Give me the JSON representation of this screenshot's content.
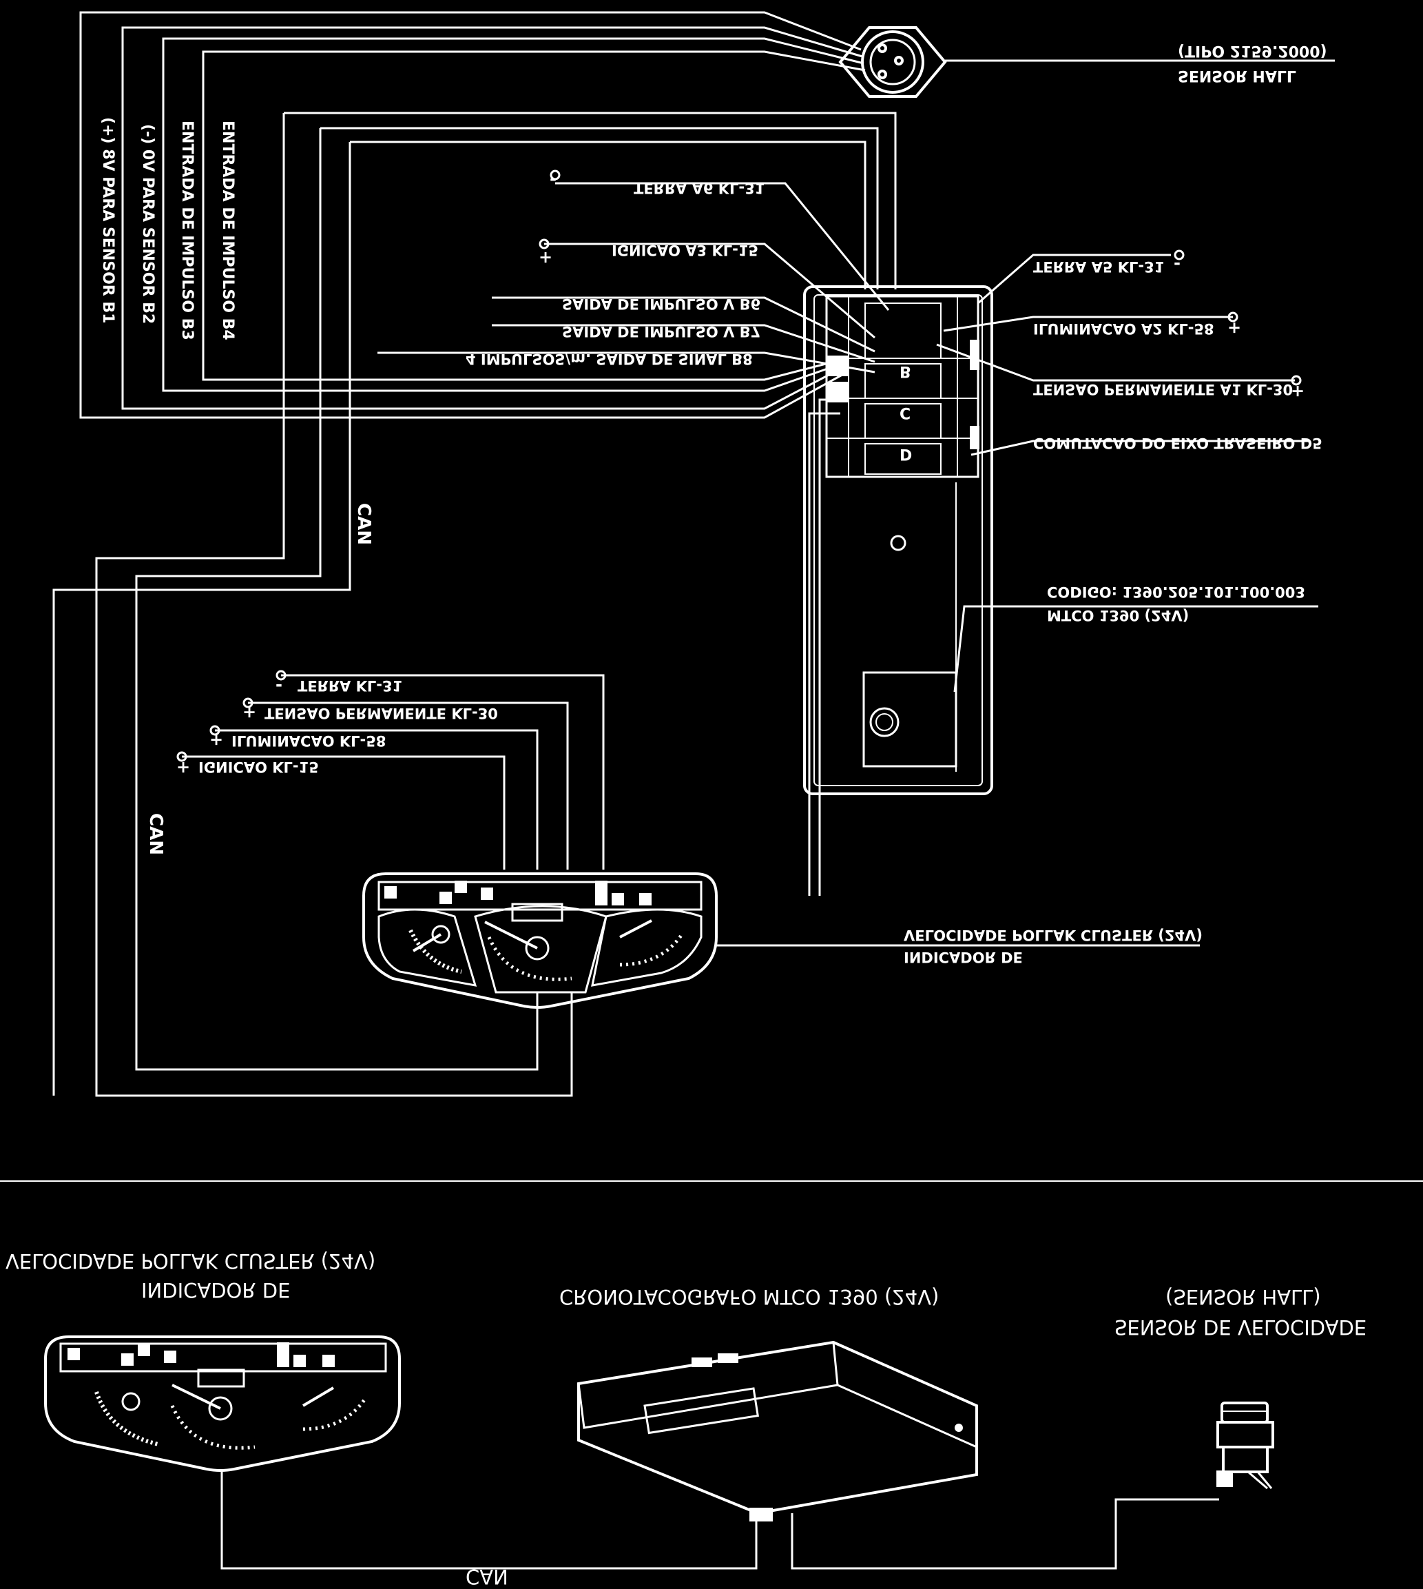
{
  "colors": {
    "background": "#000000",
    "line": "#ffffff"
  },
  "sensor_hall": {
    "line1": "(TIPO 2159.2000)",
    "line2": "SENSOR HALL"
  },
  "left_wires": [
    "(+) 8V PARA SENSOR B1",
    "(-) 0V PARA SENSOR B2",
    "ENTRADA DE IMPULSO B3",
    "ENTRADA DE IMPULSO B4"
  ],
  "connector_labels": {
    "a6": "TERRA A6 KL-31",
    "a3": "IGNICAO A3 KL-15",
    "b6": "SAIDA DE IMPULSO V B6",
    "b7": "SAIDA DE IMPULSO V B7",
    "b8": "4 IMPULSOS/m. SAIDA DE SINAL B8",
    "a5": "TERRA A5 KL-31",
    "a2": "ILUMINACAO A2 KL-58",
    "a1": "TENSAO PERMANENTE A1 KL-30",
    "d5": "COMUTACAO DO EIXO TRASEIRO D5"
  },
  "connector_codes": {
    "b": "B",
    "c": "C",
    "d": "D"
  },
  "mtco": {
    "code": "CODIGO: 1390.205.101.100.003",
    "name": "MTCO 1390 (24V)"
  },
  "can_labels": [
    "CAN",
    "CAN"
  ],
  "cluster_wires": [
    "TERRA KL-31",
    "TENSAO PERMANENTE KL-30",
    "ILUMINACAO KL-58",
    "IGNICAO KL-15"
  ],
  "signs": {
    "plus": "+",
    "minus": "-"
  },
  "cluster_label": {
    "line1": "VELOCIDADE POLLAK CLUSTER (24V)",
    "line2": "INDICADOR DE"
  },
  "bottom": {
    "indicador": {
      "line1": "VELOCIDADE POLLAK CLUSTER (24V)",
      "line2": "INDICADOR DE"
    },
    "tacho": "CRONOTACOGRAFO MTCO 1390 (24V)",
    "sensor": {
      "line1": "(SENSOR HALL)",
      "line2": "SENSOR DE VELOCIDADE"
    },
    "can": "CAN"
  }
}
